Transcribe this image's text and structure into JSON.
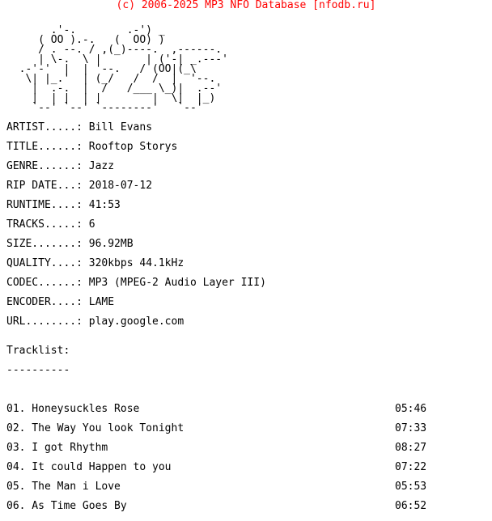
{
  "header": "(c) 2006-2025 MP3 NFO Database [nfodb.ru]",
  "logo_art": "       .'-.        .-') _\n     ( OO ).-.   (  OO) )\n     / . --. / ,(_)----.  ,------.\n     | \\-.  \\ |       | ('-| _.---'\n  .-'-'  |  | '--.   / (OO|(_\\\n   \\| |_.'  | (_/   /  /  |  '--.\n    |  .-.  |  /   /___ \\_)|  .--'\n    |  | |  | |        |  \\|  |_)\n    `--' `--' `--------'   `--'",
  "info": [
    {
      "key": "ARTIST.....",
      "value": "Bill Evans"
    },
    {
      "key": "TITLE......",
      "value": "Rooftop Storys"
    },
    {
      "key": "GENRE......",
      "value": "Jazz"
    },
    {
      "key": "RIP DATE...",
      "value": "2018-07-12"
    },
    {
      "key": "RUNTIME....",
      "value": "41:53"
    },
    {
      "key": "TRACKS.....",
      "value": "6"
    },
    {
      "key": "SIZE.......",
      "value": "96.92MB"
    },
    {
      "key": "QUALITY....",
      "value": "320kbps 44.1kHz"
    },
    {
      "key": "CODEC......",
      "value": "MP3 (MPEG-2 Audio Layer III)"
    },
    {
      "key": "ENCODER....",
      "value": "LAME"
    },
    {
      "key": "URL........",
      "value": "play.google.com"
    }
  ],
  "tracklist_title": "Tracklist:",
  "tracklist_rule": "----------",
  "tracks": [
    {
      "title": "01. Honeysuckles Rose",
      "duration": "05:46"
    },
    {
      "title": "02. The Way You look Tonight",
      "duration": "07:33"
    },
    {
      "title": "03. I got Rhythm",
      "duration": "08:27"
    },
    {
      "title": "04. It could Happen to you",
      "duration": "07:22"
    },
    {
      "title": "05. The Man i Love",
      "duration": "05:53"
    },
    {
      "title": "06. As Time Goes By",
      "duration": "06:52"
    }
  ]
}
